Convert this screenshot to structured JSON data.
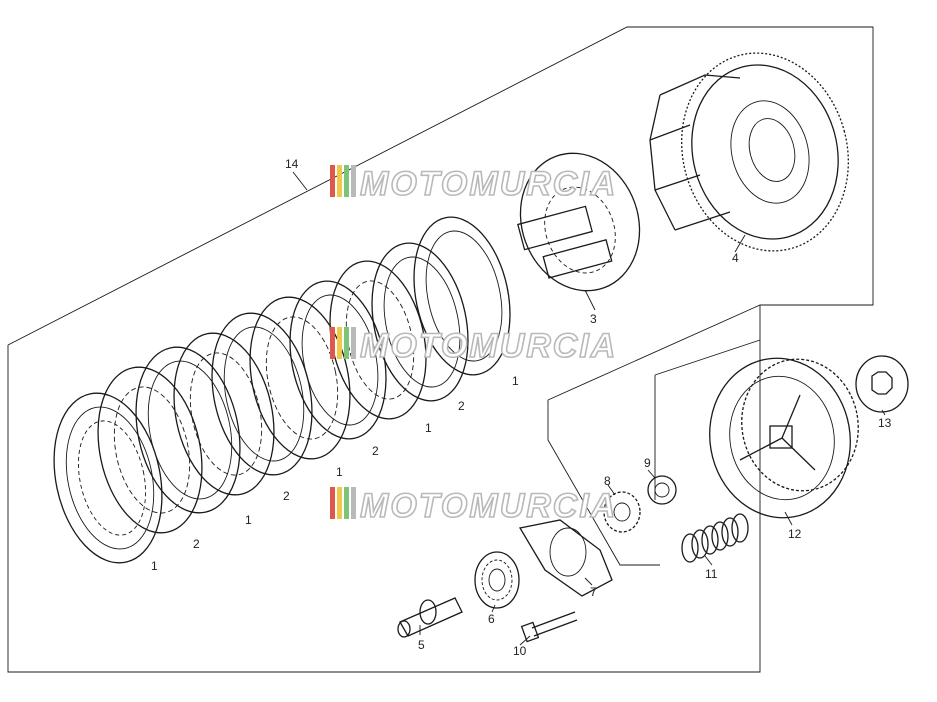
{
  "watermark": {
    "text": "MOTOMURCIA",
    "colors": [
      "#e0584c",
      "#f2c84b",
      "#7cc477",
      "#b9b9b9"
    ]
  },
  "labels": {
    "l1a": "1",
    "l1b": "1",
    "l1c": "1",
    "l1d": "1",
    "l1e": "1",
    "l2a": "2",
    "l2b": "2",
    "l2c": "2",
    "l2d": "2",
    "l3": "3",
    "l4": "4",
    "l5": "5",
    "l6": "6",
    "l7": "7",
    "l8": "8",
    "l9": "9",
    "l10": "10",
    "l11": "11",
    "l12": "12",
    "l13": "13",
    "l14": "14"
  }
}
